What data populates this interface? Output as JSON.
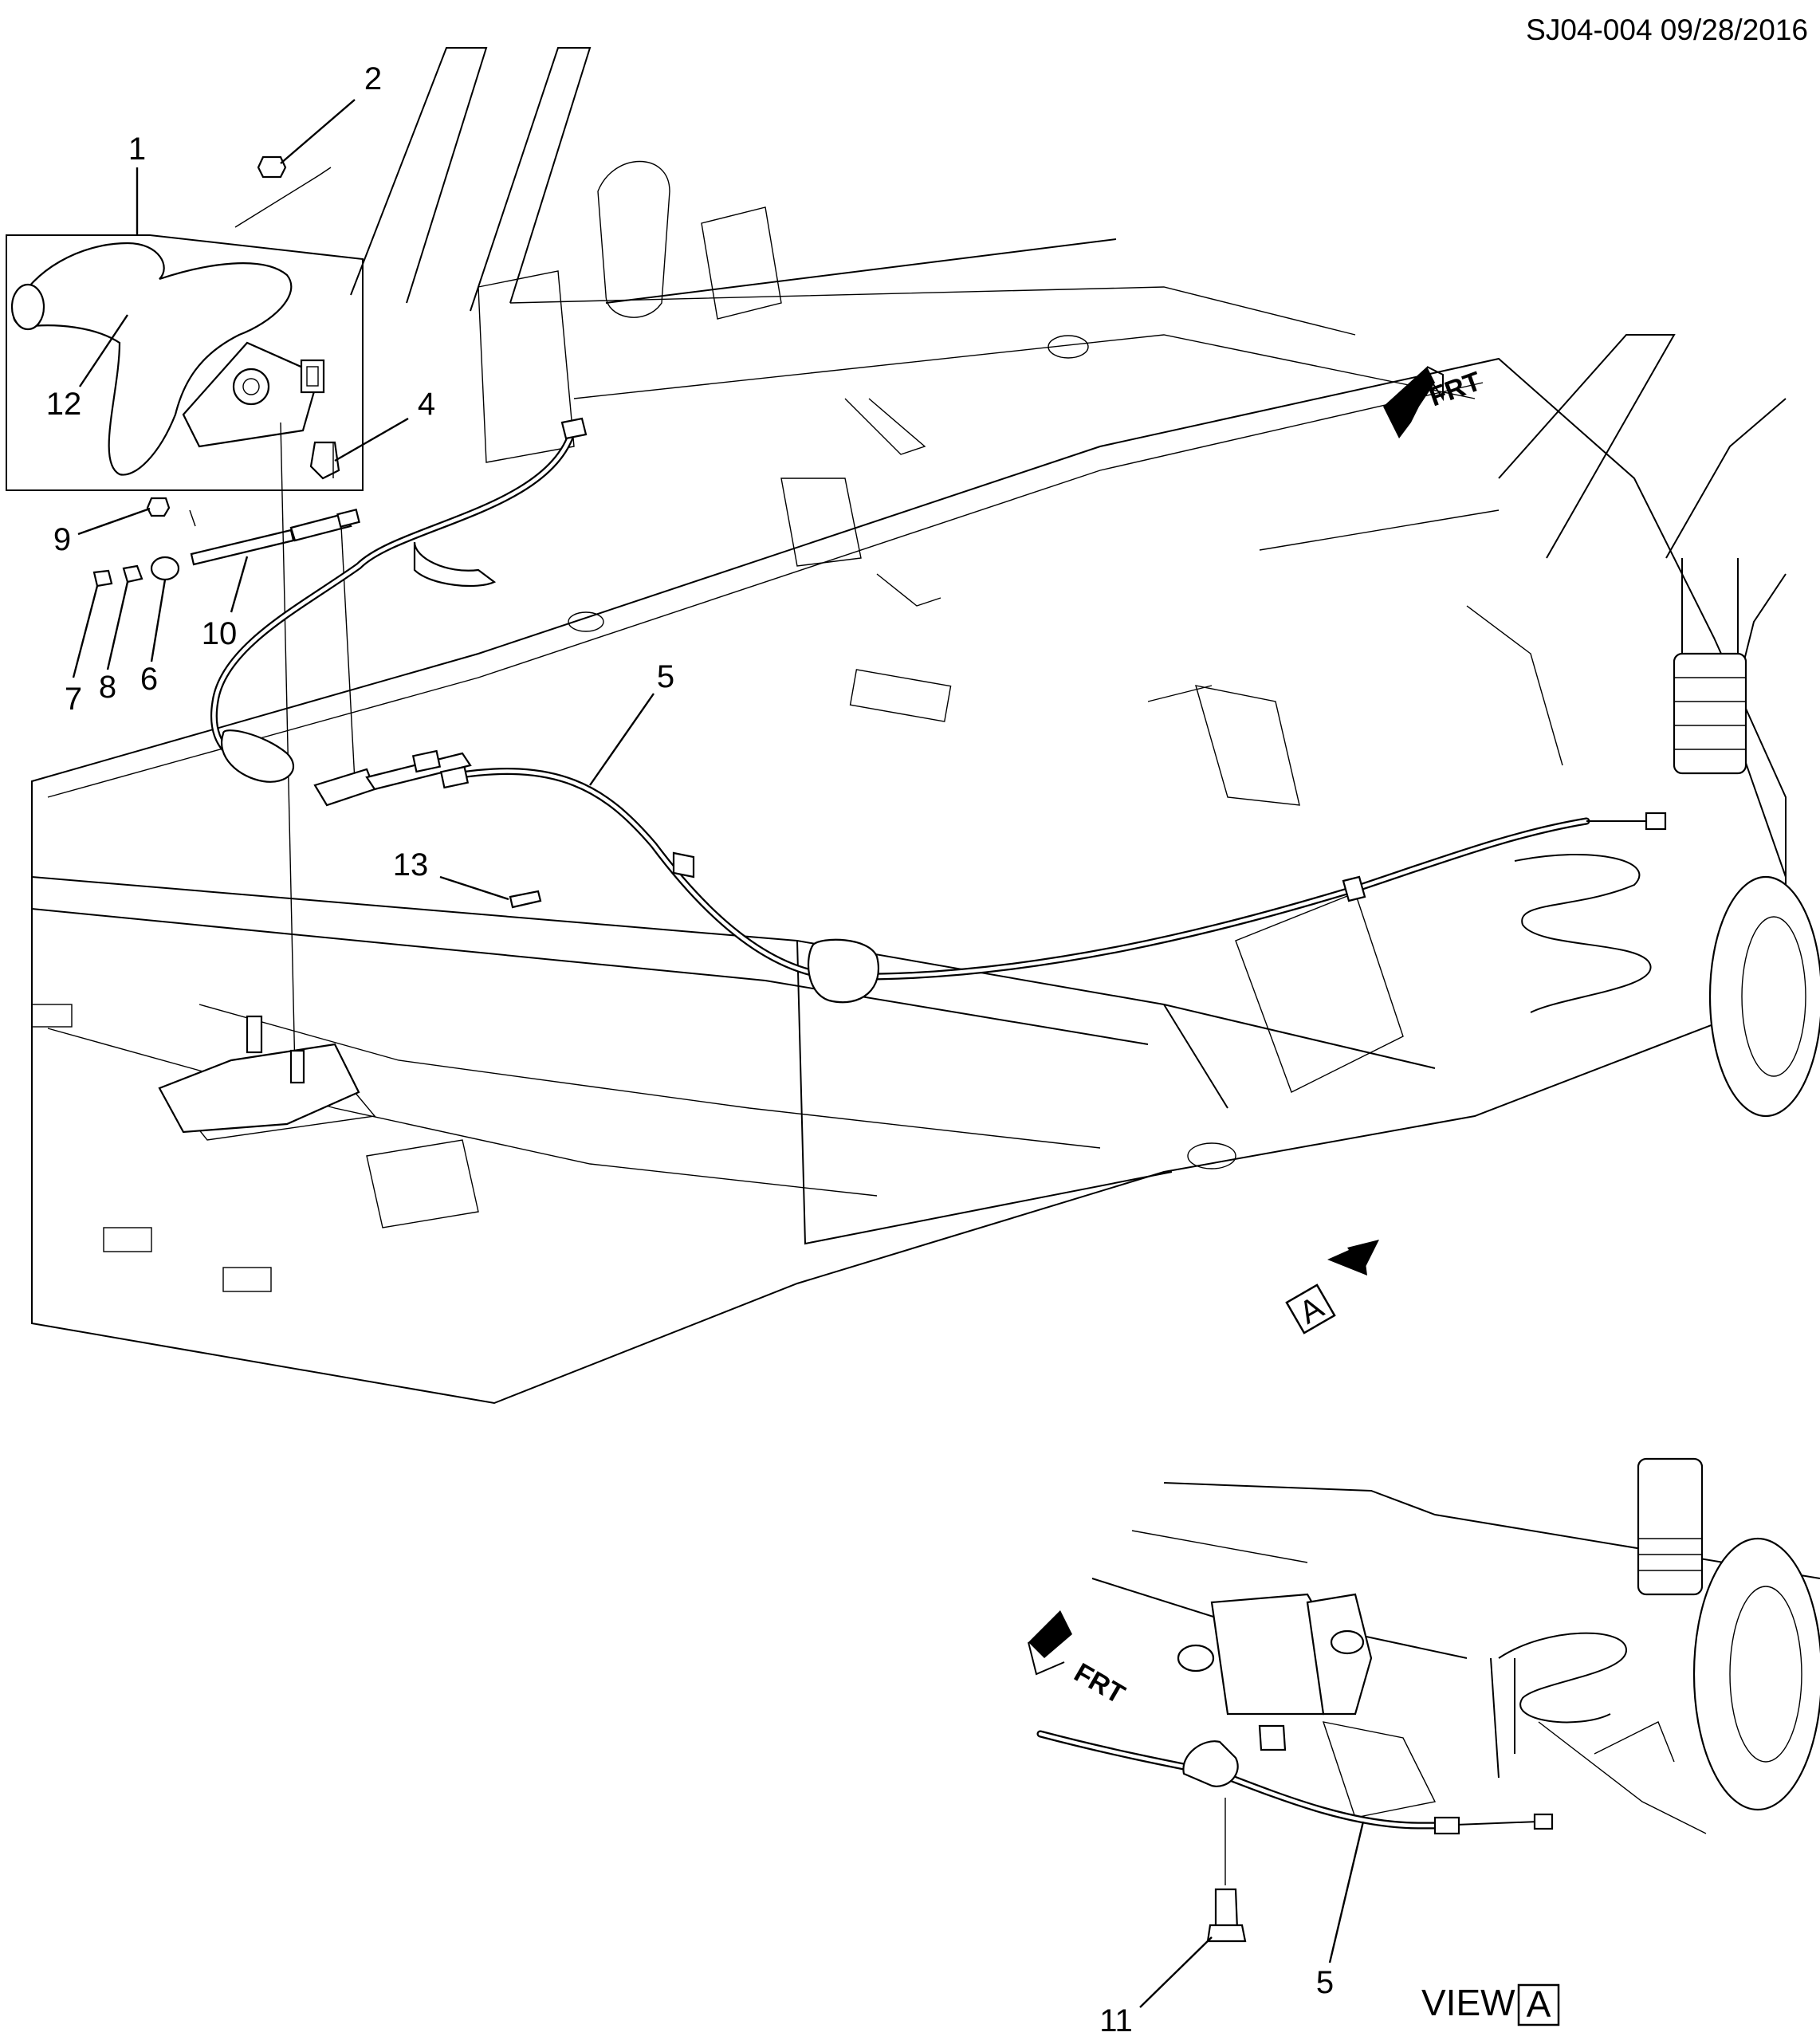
{
  "header": {
    "code": "SJ04-004 09/28/2016"
  },
  "callouts": [
    {
      "id": "c1",
      "text": "1"
    },
    {
      "id": "c2",
      "text": "2"
    },
    {
      "id": "c4",
      "text": "4"
    },
    {
      "id": "c5a",
      "text": "5"
    },
    {
      "id": "c6",
      "text": "6"
    },
    {
      "id": "c7",
      "text": "7"
    },
    {
      "id": "c8",
      "text": "8"
    },
    {
      "id": "c9",
      "text": "9"
    },
    {
      "id": "c10",
      "text": "10"
    },
    {
      "id": "c11",
      "text": "11"
    },
    {
      "id": "c12",
      "text": "12"
    },
    {
      "id": "c13",
      "text": "13"
    },
    {
      "id": "c5b",
      "text": "5"
    }
  ],
  "direction_markers": {
    "front_label": "FRT",
    "view_ref": "A"
  },
  "view_caption": {
    "word": "VIEW",
    "ref": "A"
  }
}
